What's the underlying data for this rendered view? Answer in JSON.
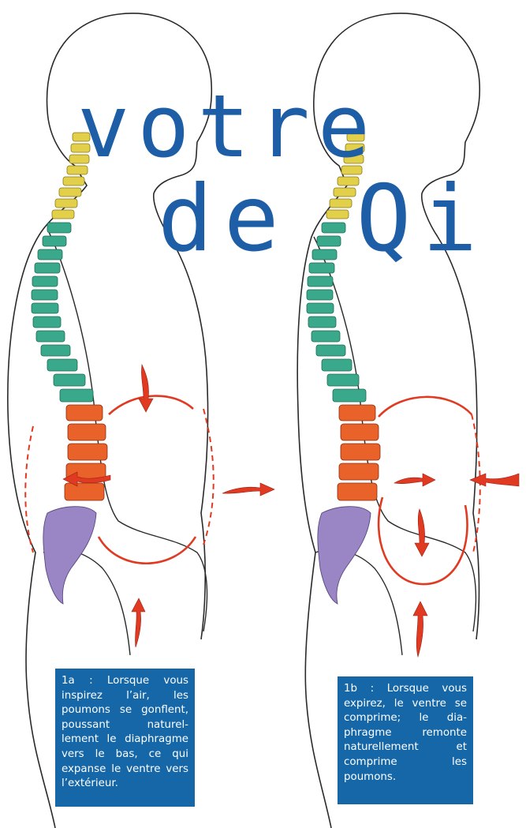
{
  "title": {
    "line1": "votre",
    "line2": "de Qi"
  },
  "captions": {
    "fig1a": "1a : Lorsque vous inspirez l’air, les poumons se gonflent, poussant naturel-lement le diaphragme vers le bas, ce qui expanse le ventre vers l’extérieur.",
    "fig1b": "1b : Lorsque vous expirez, le ventre se comprime; le dia-phragme remonte naturellement et comprime les poumons."
  },
  "colors": {
    "title_blue": "#1d5ea6",
    "caption_bg": "#1667a8",
    "cervical": "#e2cf4a",
    "thoracic": "#3aa88a",
    "lumbar": "#e8622a",
    "sacrum": "#9a86c4",
    "arrow_red": "#e03a22",
    "outline": "#2a2a2a"
  },
  "icons": [
    "arrow-down-icon",
    "arrow-up-icon",
    "arrow-left-icon",
    "arrow-right-icon"
  ]
}
